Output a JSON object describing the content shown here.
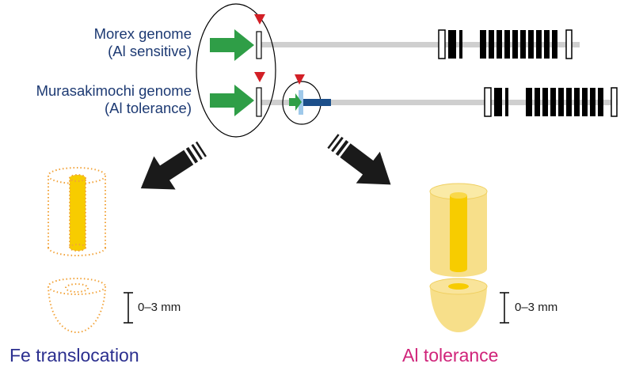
{
  "genomes": [
    {
      "name": "Morex genome",
      "phenotype": "(Al sensitive)"
    },
    {
      "name": "Murasakimochi genome",
      "phenotype": "(Al tolerance)"
    }
  ],
  "scale": {
    "label": "0–3 mm"
  },
  "outcomes": {
    "left": {
      "label": "Fe translocation",
      "color": "#2b2f8f"
    },
    "right": {
      "label": "Al tolerance",
      "color": "#d0247a"
    }
  },
  "colors": {
    "arrow_green": "#2f9e47",
    "marker_red": "#d21f26",
    "gene_gray": "#cfcfcf",
    "exon_black": "#000000",
    "insert_blue": "#1c4f8a",
    "insert_light_blue": "#9fc9ea",
    "tissue_yellow": "#f7df8a",
    "tissue_gold": "#f7cc00"
  }
}
